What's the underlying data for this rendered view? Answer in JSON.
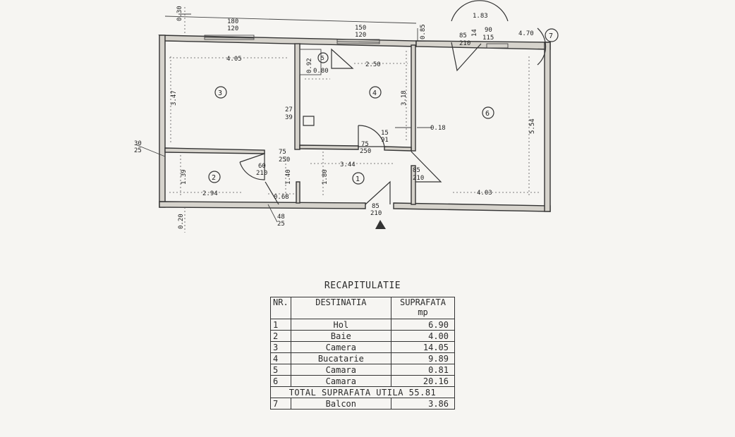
{
  "floorplan": {
    "rooms": [
      {
        "num": "1",
        "label": "room-1-hol"
      },
      {
        "num": "2",
        "label": "room-2-baie"
      },
      {
        "num": "3",
        "label": "room-3-camera"
      },
      {
        "num": "4",
        "label": "room-4-bucatarie"
      },
      {
        "num": "5",
        "label": "room-5-camara"
      },
      {
        "num": "6",
        "label": "room-6-camera"
      },
      {
        "num": "7",
        "label": "room-7-balcon"
      }
    ],
    "dimensions": {
      "d_030": "0.30",
      "d_180": "180",
      "d_120a": "120",
      "d_150": "150",
      "d_120b": "120",
      "d_085_top": "0.85",
      "d_183": "1.83",
      "d_85a": "85",
      "d_210a": "210",
      "d_90": "90",
      "d_115": "115",
      "d_470": "4.70",
      "d_14": "14",
      "d_405": "4.05",
      "d_347": "3.47",
      "d_092": "0.92",
      "d_080": "0.80",
      "d_250": "2.50",
      "d_318": "3.18",
      "d_018": "0.18",
      "d_554": "5.54",
      "d_27": "27",
      "d_39": "39",
      "d_75a": "75",
      "d_250a": "250",
      "d_15": "15",
      "d_91": "91",
      "d_75b": "75",
      "d_250b": "250",
      "d_60": "60",
      "d_210b": "210",
      "d_344": "3.44",
      "d_85b": "85",
      "d_210c": "210",
      "d_30": "30",
      "d_25a": "25",
      "d_139": "1.39",
      "d_294": "2.94",
      "d_140": "1.40",
      "d_068": "0.68",
      "d_180b": "1.80",
      "d_403": "4.03",
      "d_85c": "85",
      "d_210d": "210",
      "d_020": "0.20",
      "d_48": "48",
      "d_25b": "25"
    }
  },
  "recap": {
    "title": "RECAPITULATIE",
    "headers": {
      "nr": "NR.",
      "dest": "DESTINATIA",
      "area_line1": "SUPRAFATA",
      "area_line2": "mp"
    },
    "rows": [
      {
        "nr": "1",
        "dest": "Hol",
        "area": "6.90"
      },
      {
        "nr": "2",
        "dest": "Baie",
        "area": "4.00"
      },
      {
        "nr": "3",
        "dest": "Camera",
        "area": "14.05"
      },
      {
        "nr": "4",
        "dest": "Bucatarie",
        "area": "9.89"
      },
      {
        "nr": "5",
        "dest": "Camara",
        "area": "0.81"
      },
      {
        "nr": "6",
        "dest": "Camara",
        "area": "20.16"
      }
    ],
    "total": "TOTAL SUPRAFATA UTILA 55.81",
    "balcon": {
      "nr": "7",
      "dest": "Balcon",
      "area": "3.86"
    }
  }
}
